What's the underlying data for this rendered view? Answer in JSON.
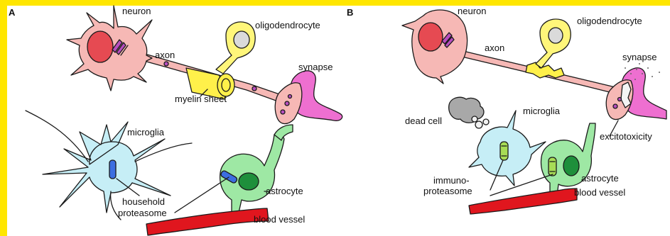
{
  "colors": {
    "frame": "#ffe600",
    "neuron": "#f6b8b5",
    "nucleus": "#e64a52",
    "organelle": "#b84fc0",
    "oligodendrocyte": "#fff67a",
    "myelin": "#fff04a",
    "synapse": "#ee6fd0",
    "microglia": "#c6eef6",
    "astrocyte": "#9ee8a4",
    "astro_nucleus": "#1e8f3b",
    "proteasome_household": "#3c6ee0",
    "proteasome_immuno": "#a7dc56",
    "blood_vessel": "#e0161e",
    "dead_cell": "#a8a8a8"
  },
  "panel_a": {
    "letter": "A",
    "neuron": "neuron",
    "axon": "axon",
    "oligodendrocyte": "oligodendrocyte",
    "myelin_sheet": "myelin sheet",
    "synapse": "synapse",
    "microglia": "microglia",
    "astrocyte": "astrocyte",
    "household_1": "household",
    "household_2": "proteasome",
    "blood_vessel": "blood vessel"
  },
  "panel_b": {
    "letter": "B",
    "neuron": "neuron",
    "axon": "axon",
    "oligodendrocyte": "oligodendrocyte",
    "synapse": "synapse",
    "dead_cell": "dead cell",
    "microglia": "microglia",
    "excitotoxicity": "excitotoxicity",
    "astrocyte": "astrocyte",
    "immuno_1": "immuno-",
    "immuno_2": "proteasome",
    "blood_vessel": "blood vessel"
  }
}
